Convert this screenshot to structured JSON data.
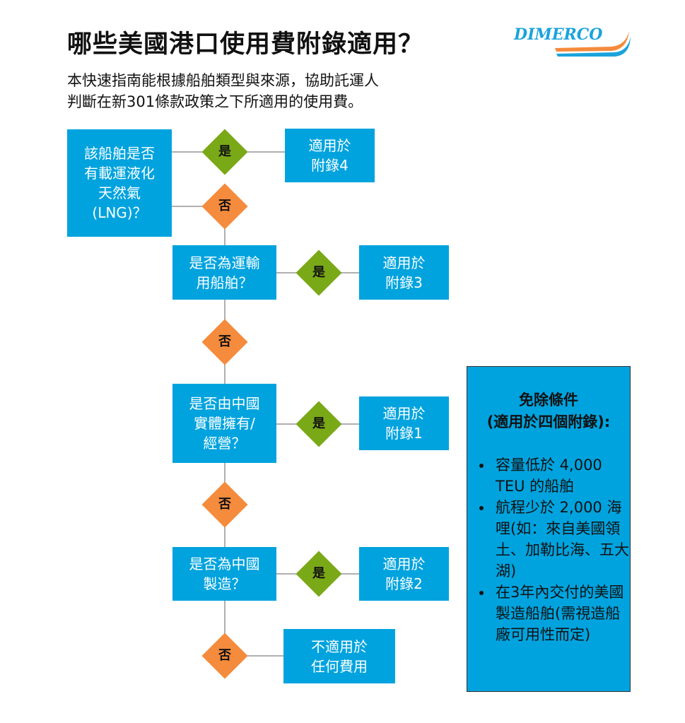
{
  "header": {
    "title": "哪些美國港口使用費附錄適用？",
    "subtitle_lines": [
      "本快速指南能根據船舶類型與來源，協助託運人",
      "判斷在新301條款政策之下所適用的使用費。"
    ],
    "logo": "DIMERCO"
  },
  "colors": {
    "box": "#00a3de",
    "yes": "#7aa918",
    "no": "#f58b3c",
    "line": "#b0b0b0"
  },
  "flow": {
    "q1": [
      "該船舶是否",
      "有載運液化",
      "天然氣",
      "(LNG)？"
    ],
    "q2": [
      "是否為運輸",
      "用船舶？"
    ],
    "q3": [
      "是否由中國",
      "實體擁有/",
      "經營？"
    ],
    "q4": [
      "是否為中國",
      "製造？"
    ],
    "yes": "是",
    "no": "否",
    "r1": [
      "適用於",
      "附錄4"
    ],
    "r2": [
      "適用於",
      "附錄3"
    ],
    "r3": [
      "適用於",
      "附錄1"
    ],
    "r4": [
      "適用於",
      "附錄2"
    ],
    "r5": [
      "不適用於",
      "任何費用"
    ]
  },
  "exemptions": {
    "title": [
      "免除條件",
      "(適用於四個附錄):"
    ],
    "items": [
      "容量低於 4,000 TEU 的船舶",
      "航程少於 2,000 海哩(如：來自美國領土、加勒比海、五大湖)",
      "在3年內交付的美國製造船舶(需視造船廠可用性而定)"
    ]
  }
}
